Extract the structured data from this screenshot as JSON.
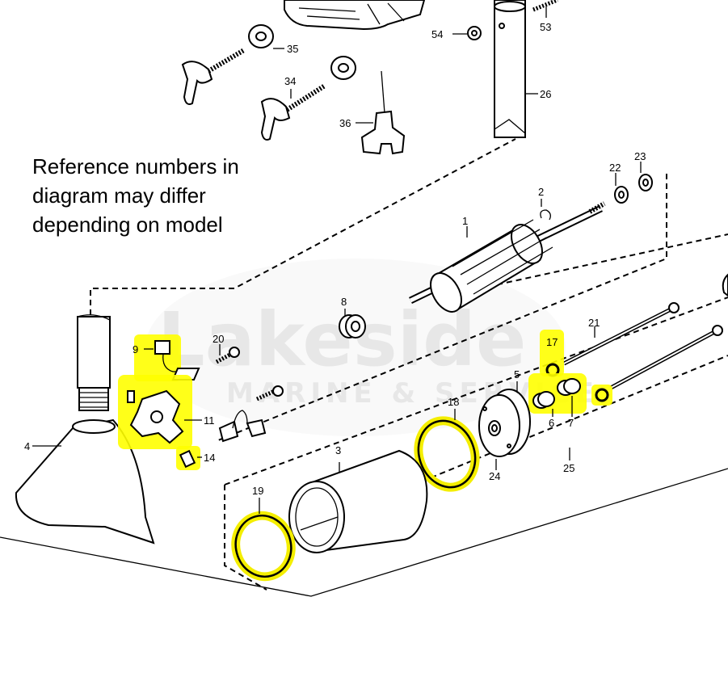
{
  "note": {
    "lines": [
      "Reference numbers in",
      "diagram may differ",
      "depending on model"
    ]
  },
  "watermark": {
    "brand": "Lakeside",
    "sub": "MARINE & SERVICE",
    "color": "#d9d9d9"
  },
  "highlight_color": "#ffff00",
  "callouts": {
    "c1": "1",
    "c2": "2",
    "c3": "3",
    "c4": "4",
    "c5": "5",
    "c6": "6",
    "c7": "7",
    "c8": "8",
    "c9": "9",
    "c11": "11",
    "c14": "14",
    "c17": "17",
    "c18": "18",
    "c19": "19",
    "c20": "20",
    "c21": "21",
    "c22": "22",
    "c23": "23",
    "c24": "24",
    "c25": "25",
    "c26": "26",
    "c34": "34",
    "c35": "35",
    "c36": "36",
    "c53": "53",
    "c54": "54"
  }
}
